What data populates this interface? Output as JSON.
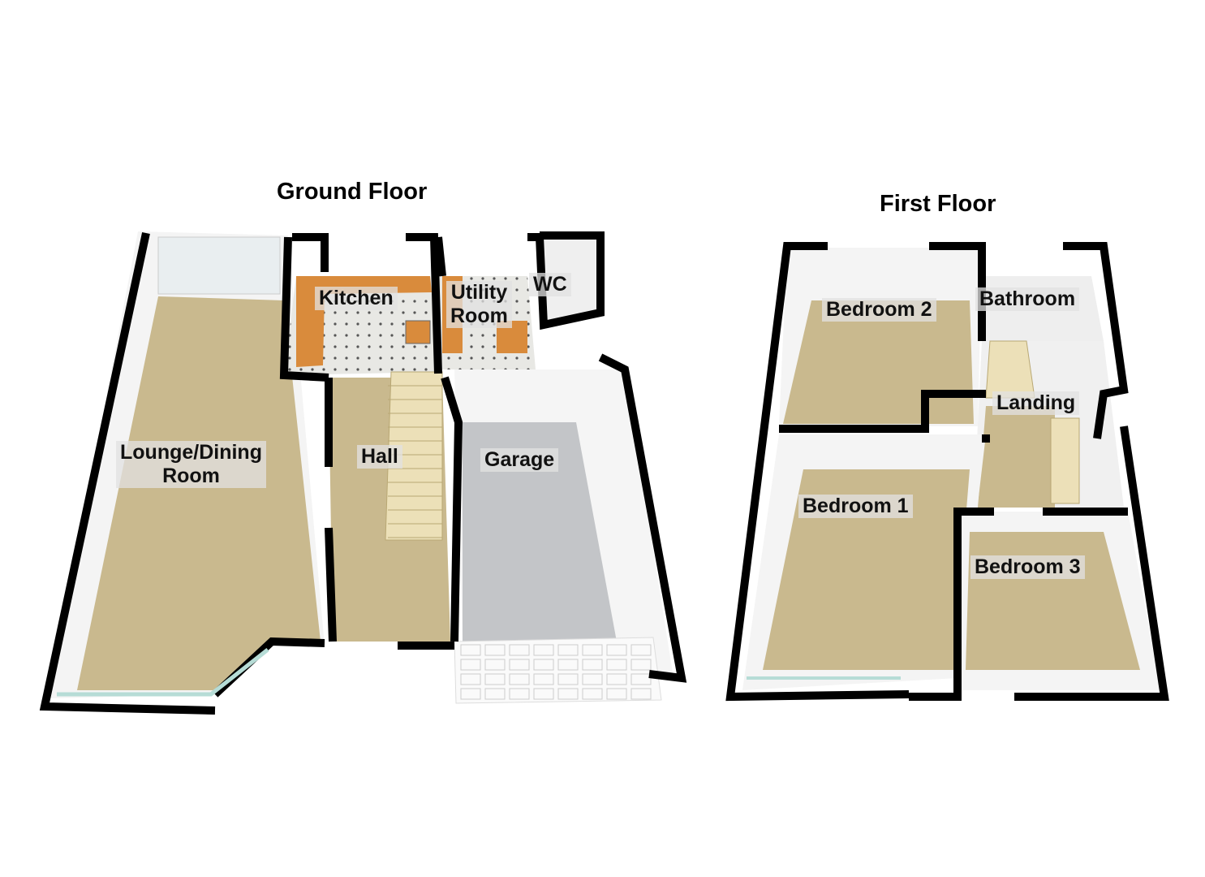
{
  "ground_floor": {
    "title": "Ground Floor",
    "rooms": {
      "kitchen": "Kitchen",
      "utility_line1": "Utility",
      "utility_line2": "Room",
      "wc": "WC",
      "lounge_line1": "Lounge/Dining",
      "lounge_line2": "Room",
      "hall": "Hall",
      "garage": "Garage"
    }
  },
  "first_floor": {
    "title": "First Floor",
    "rooms": {
      "bedroom2": "Bedroom 2",
      "bathroom": "Bathroom",
      "landing": "Landing",
      "bedroom1": "Bedroom 1",
      "bedroom3": "Bedroom 3"
    }
  },
  "colors": {
    "carpet": "#c9b98e",
    "garage_floor": "#c3c5c8",
    "tile": "#e6e6e2",
    "counter": "#d98b3c",
    "wall": "#000000",
    "glass": "#cfe6e2"
  }
}
